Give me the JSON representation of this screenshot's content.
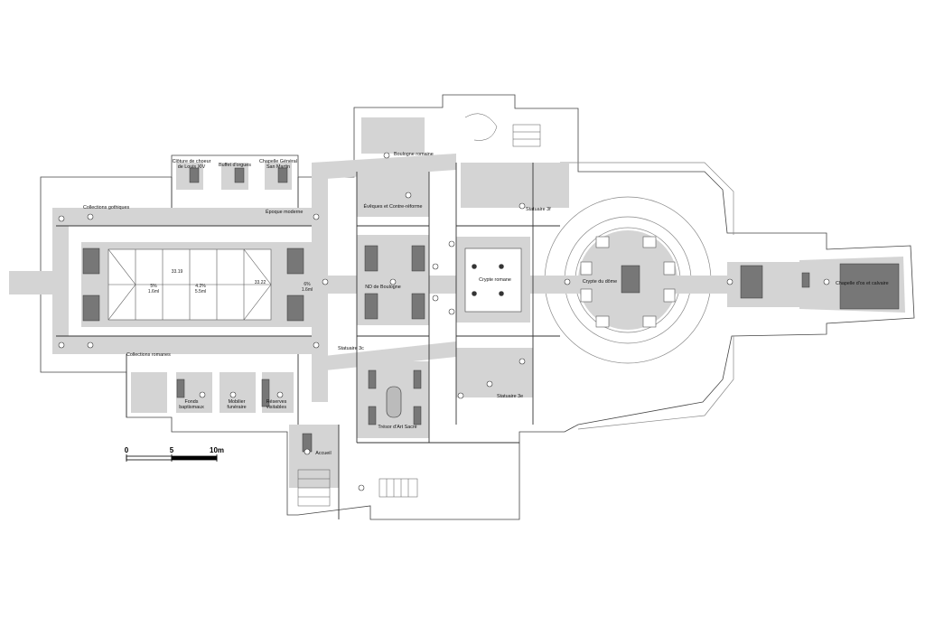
{
  "plan": {
    "rooms": {
      "cloture": "Clôture de choeur de Louis XIV",
      "buffet": "Buffet d'orgues",
      "chapelle_martin": "Chapelle Général San Martin",
      "coll_gothiques": "Collections gothiques",
      "epoque_moderne": "Époque moderne",
      "boulogne_romaine": "Boulogne romaine",
      "eveques": "Évêques et Contre-réforme",
      "statuaire_3f": "Statuaire 3f",
      "nd_boulogne": "ND de Boulogne",
      "crypte_romane": "Crypte romane",
      "crypte_dome": "Crypte du dôme",
      "chapelle_calvaire": "Chapelle d'os et calvaire",
      "coll_romanes": "Collections romanes",
      "statuaire_3c": "Statuaire 3c",
      "statuaire_3e": "Statuaire 3e",
      "tresor": "Trésor d'Art Sacré",
      "fonds_baptismaux": "Fonds baptismaux",
      "mobilier_funeraire": "Mobilier funéraire",
      "reserves": "Réserves visitables",
      "accueil": "Accueil"
    },
    "numbers": {
      "n1": "33.19",
      "n2": "33.22",
      "pct1": "5%",
      "pct2": "4.2%",
      "pct3": "6%",
      "len1": "1.6ml",
      "len2": "5.5ml",
      "len3": "1.6ml"
    },
    "scale": {
      "zero": "0",
      "five": "5",
      "ten": "10m"
    }
  }
}
